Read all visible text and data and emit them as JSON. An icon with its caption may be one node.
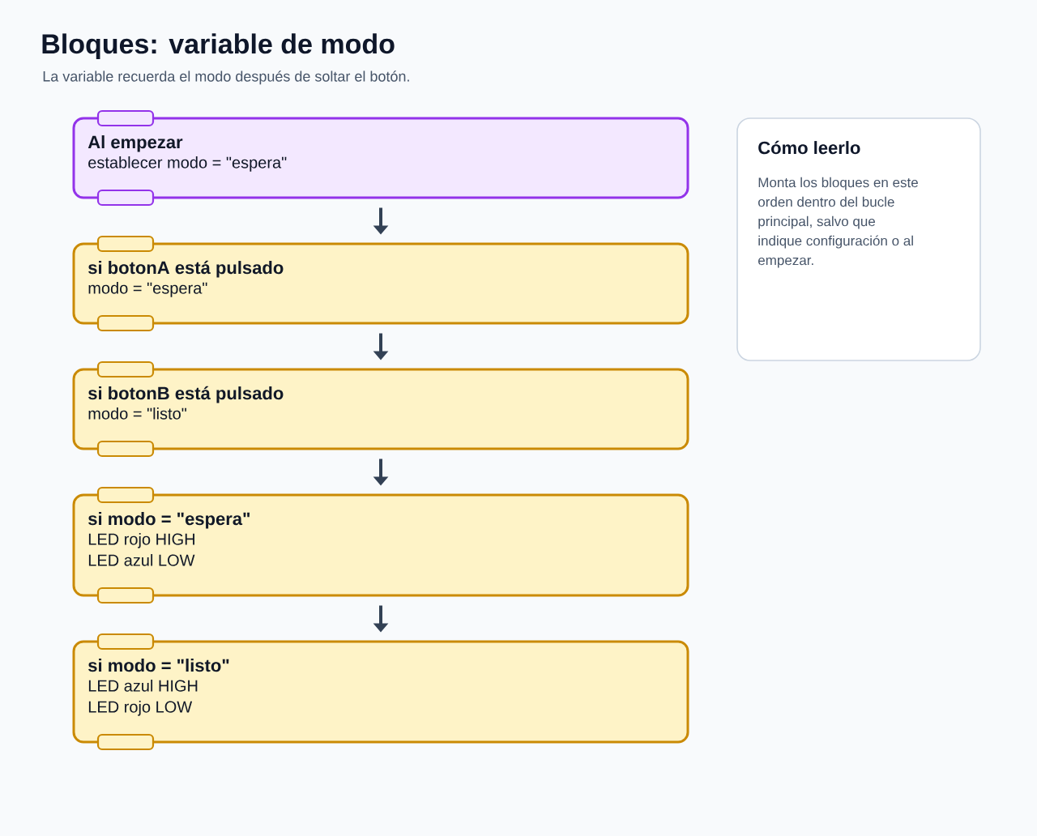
{
  "diagram": {
    "title": "Bloques: variable de modo",
    "caption": "La variable recuerda el modo después de soltar el botón.",
    "nodes": [
      {
        "text": [
          "Al empezar",
          "establecer modo = \"espera\""
        ]
      },
      {
        "text": [
          "si botonA está pulsado",
          "modo = \"espera\""
        ]
      },
      {
        "text": [
          "si botonB está pulsado",
          "modo = \"listo\""
        ]
      },
      {
        "text": [
          "si modo = \"espera\"",
          "LED rojo HIGH",
          "LED azul LOW"
        ]
      },
      {
        "text": [
          "si modo = \"listo\"",
          "LED azul HIGH",
          "LED rojo LOW"
        ]
      },
      {
        "text": [
          "Cómo leerlo",
          "Monta los bloques en este orden dentro del bucle principal, salvo que indique configuración o al empezar."
        ]
      }
    ],
    "edges": [
      {
        "from": 0,
        "to": 1,
        "arrow": "to"
      },
      {
        "from": 1,
        "to": 2,
        "arrow": "to"
      },
      {
        "from": 2,
        "to": 3,
        "arrow": "to"
      },
      {
        "from": 3,
        "to": 4,
        "arrow": "to"
      }
    ]
  }
}
